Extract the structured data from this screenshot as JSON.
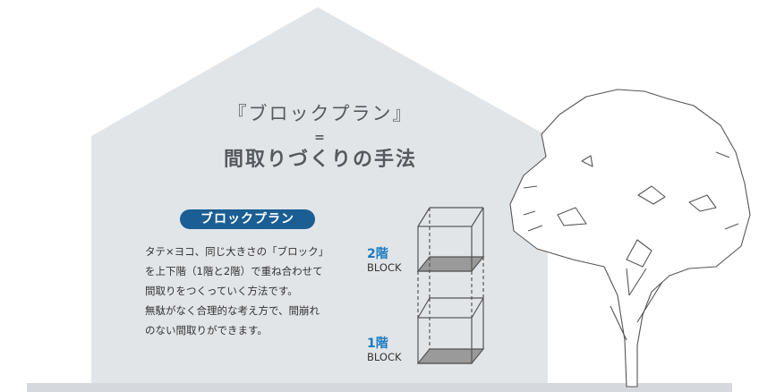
{
  "heading": {
    "line1": "『ブロックプラン』",
    "equals": "=",
    "line2": "間取りづくりの手法"
  },
  "badge_label": "ブロックプラン",
  "description_lines": [
    "タテ×ヨコ、同じ大きさの「ブロック」",
    "を上下階（1階と2階）で重ね合わせて",
    "間取りをつくっていく方法です。",
    "無駄がなく合理的な考え方で、間崩れ",
    "のない間取りができます。"
  ],
  "floors": [
    {
      "number": "2階",
      "block": "BLOCK"
    },
    {
      "number": "1階",
      "block": "BLOCK"
    }
  ],
  "colors": {
    "house": "#e2e5e8",
    "ground": "#d5d8dc",
    "badge": "#1b5e93",
    "floor_number": "#1b7bc0",
    "cube_floor": "#9a9a9a"
  },
  "icons": [
    "house-silhouette-icon",
    "tree-icon",
    "stacked-cube-icon"
  ]
}
